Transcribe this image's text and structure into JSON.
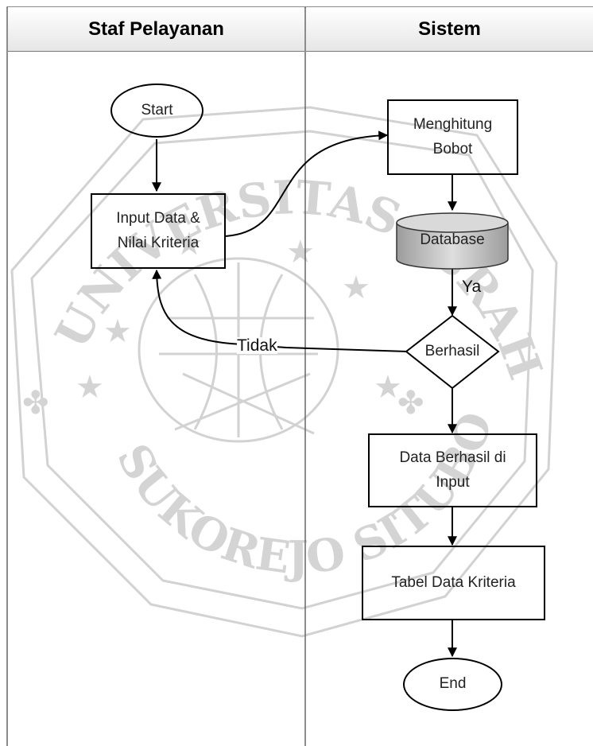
{
  "lanes": {
    "left": "Staf Pelayanan",
    "right": "Sistem"
  },
  "nodes": {
    "start": "Start",
    "input": "Input Data &\nNilai Kriteria",
    "menghitung": "Menghitung\nBobot",
    "database": "Database",
    "berhasil": "Berhasil",
    "data_berhasil": "Data Berhasil di\nInput",
    "tabel": "Tabel Data Kriteria",
    "end": "End"
  },
  "edge_labels": {
    "ya": "Ya",
    "tidak": "Tidak"
  },
  "watermark": {
    "top_arc": "UNIVERSITAS IBRAHIMY",
    "bottom_arc": "SUKOREJO SITUBONDO"
  },
  "colors": {
    "stroke": "#000000",
    "lane_header_top": "#ffffff",
    "lane_header_bottom": "#e6e6e6",
    "database_fill": "#c8c8c8",
    "watermark": "#cfcfcf"
  }
}
